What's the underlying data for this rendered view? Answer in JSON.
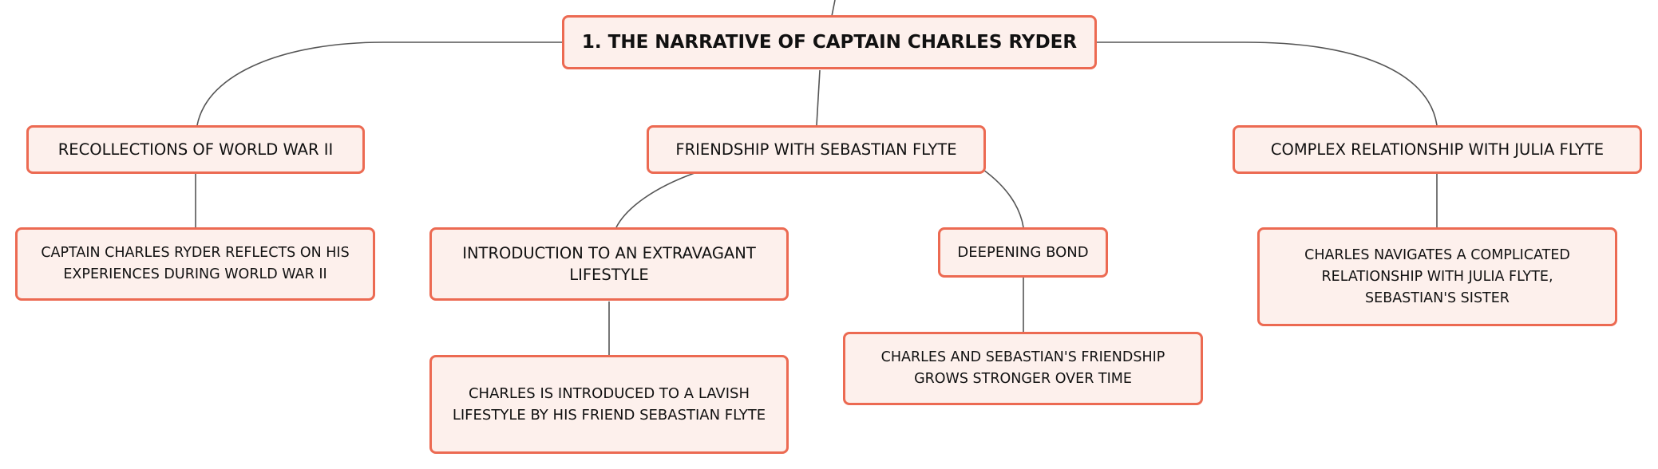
{
  "diagram": {
    "root": {
      "label": "1. THE NARRATIVE OF CAPTAIN CHARLES RYDER"
    },
    "branches": [
      {
        "label": "RECOLLECTIONS OF WORLD WAR II",
        "children": [
          {
            "label": "CAPTAIN CHARLES RYDER REFLECTS ON HIS EXPERIENCES DURING WORLD WAR II"
          }
        ]
      },
      {
        "label": "FRIENDSHIP WITH SEBASTIAN FLYTE",
        "children": [
          {
            "label": "INTRODUCTION TO AN EXTRAVAGANT LIFESTYLE",
            "children": [
              {
                "label": "CHARLES IS INTRODUCED TO A LAVISH LIFESTYLE BY HIS FRIEND SEBASTIAN FLYTE"
              }
            ]
          },
          {
            "label": "DEEPENING BOND",
            "children": [
              {
                "label": "CHARLES AND SEBASTIAN'S FRIENDSHIP GROWS STRONGER OVER TIME"
              }
            ]
          }
        ]
      },
      {
        "label": "COMPLEX RELATIONSHIP WITH JULIA FLYTE",
        "children": [
          {
            "label": "CHARLES NAVIGATES A COMPLICATED RELATIONSHIP WITH JULIA FLYTE, SEBASTIAN'S SISTER"
          }
        ]
      }
    ]
  },
  "colors": {
    "node_fill": "#fdf0ec",
    "node_border": "#ec6a52",
    "connector": "#555555",
    "text": "#111111"
  }
}
